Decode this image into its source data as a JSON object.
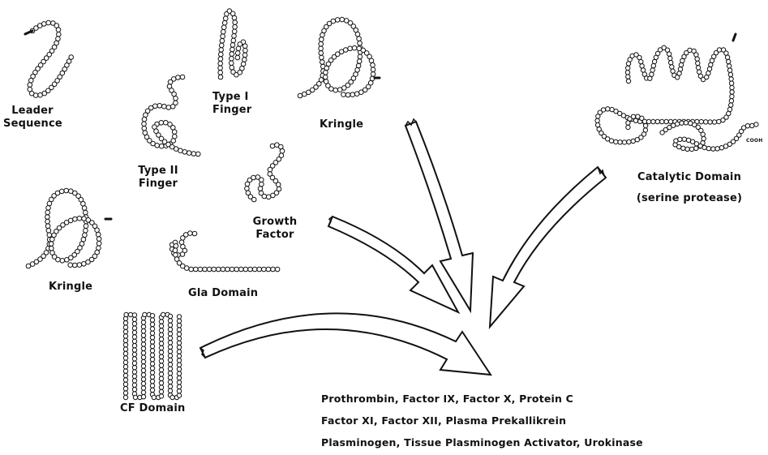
{
  "labels": {
    "leader_line1": "Leader",
    "leader_line2": "Sequence",
    "type1_line1": "Type I",
    "type1_line2": "Finger",
    "type2_line1": "Type II",
    "type2_line2": "Finger",
    "kringle_top": "Kringle",
    "kringle_left": "Kringle",
    "growth_line1": "Growth",
    "growth_line2": "Factor",
    "gla": "Gla Domain",
    "cf": "CF Domain",
    "catalytic_line1": "Catalytic Domain",
    "catalytic_line2": "(serine protease)",
    "cooh": "COOH"
  },
  "protein_groups": [
    "Prothrombin, Factor IX, Factor X, Protein C",
    "Factor XI, Factor XII, Plasma Prekallikrein",
    "Plasminogen, Tissue Plasminogen Activator, Urokinase"
  ],
  "colors": {
    "ink": "#111111",
    "bead_fill": "#ffffff"
  }
}
